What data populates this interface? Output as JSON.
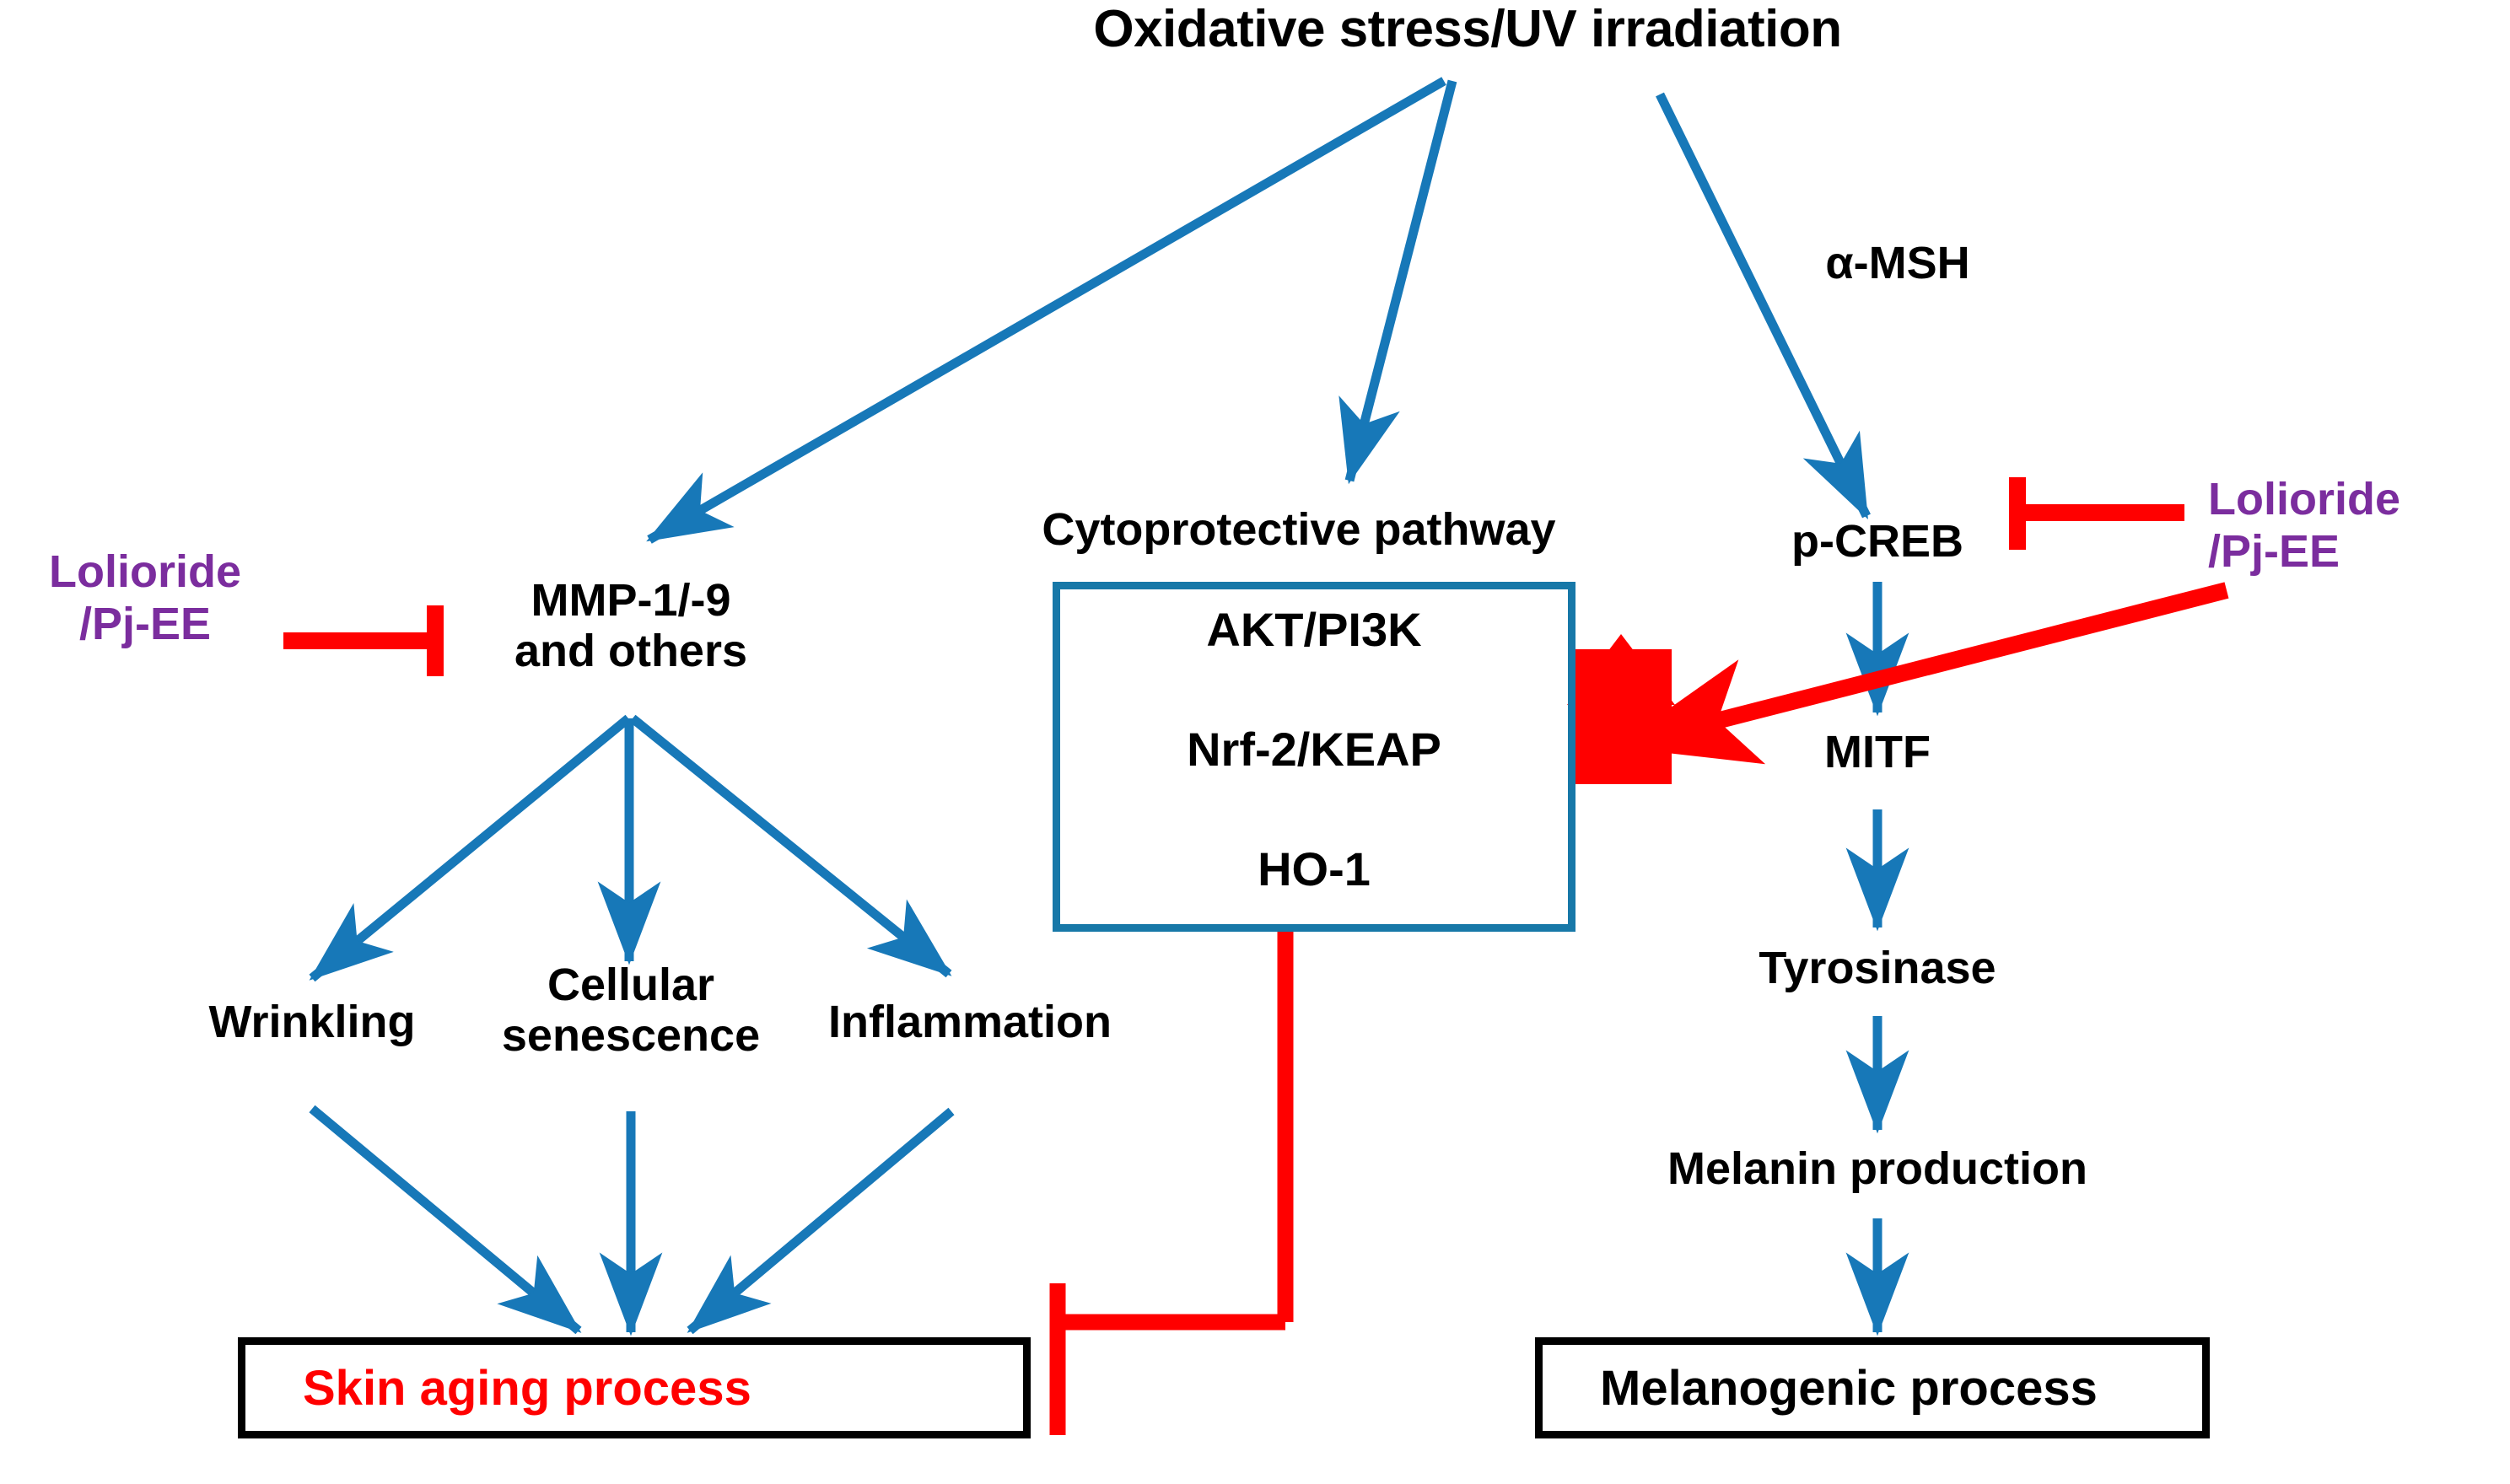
{
  "diagram": {
    "title": "Oxidative stress/UV irradiation",
    "colors": {
      "arrow_blue": "#1778B8",
      "inhibitor_red": "#FF0000",
      "drug_purple": "#7B2D9E",
      "box_black": "#000000",
      "cyto_border": "#1778A8",
      "background": "#FFFFFF"
    },
    "nodes": {
      "stimulus": "Oxidative stress/UV irradiation",
      "msh_label": "α-MSH",
      "mmp": "MMP-1/-9\nand others",
      "cytoprotective_title": "Cytoprotective pathway",
      "cyto_items": [
        "AKT/PI3K",
        "Nrf-2/KEAP",
        "HO-1"
      ],
      "p_creb": "p-CREB",
      "mitf": "MITF",
      "tyrosinase": "Tyrosinase",
      "melanin": "Melanin production",
      "wrinkling": "Wrinkling",
      "senescence": "Cellular\nsenescence",
      "inflammation": "Inflammation",
      "skin_aging": "Skin aging process",
      "melanogenic": "Melanogenic process"
    },
    "drugs": {
      "left": "Lolioride\n/Pj-EE",
      "right": "Lolioride\n/Pj-EE"
    },
    "edges": [
      {
        "from": "stimulus",
        "to": "mmp",
        "kind": "activation",
        "color": "blue"
      },
      {
        "from": "stimulus",
        "to": "cytoprotective",
        "kind": "activation",
        "color": "blue"
      },
      {
        "from": "stimulus",
        "to": "p-CREB",
        "kind": "activation",
        "color": "blue",
        "label": "α-MSH"
      },
      {
        "from": "mmp",
        "to": "wrinkling",
        "kind": "activation",
        "color": "blue"
      },
      {
        "from": "mmp",
        "to": "senescence",
        "kind": "activation",
        "color": "blue"
      },
      {
        "from": "mmp",
        "to": "inflammation",
        "kind": "activation",
        "color": "blue"
      },
      {
        "from": "wrinkling",
        "to": "skin_aging",
        "kind": "activation",
        "color": "blue"
      },
      {
        "from": "senescence",
        "to": "skin_aging",
        "kind": "activation",
        "color": "blue"
      },
      {
        "from": "inflammation",
        "to": "skin_aging",
        "kind": "activation",
        "color": "blue"
      },
      {
        "from": "p-CREB",
        "to": "mitf",
        "kind": "activation",
        "color": "blue"
      },
      {
        "from": "mitf",
        "to": "tyrosinase",
        "kind": "activation",
        "color": "blue"
      },
      {
        "from": "tyrosinase",
        "to": "melanin",
        "kind": "activation",
        "color": "blue"
      },
      {
        "from": "melanin",
        "to": "melanogenic",
        "kind": "activation",
        "color": "blue"
      },
      {
        "from": "lolioride_left",
        "to": "mmp",
        "kind": "inhibition",
        "color": "red"
      },
      {
        "from": "lolioride_right",
        "to": "p-CREB",
        "kind": "inhibition",
        "color": "red"
      },
      {
        "from": "lolioride_right",
        "to": "cytoprotective",
        "kind": "activation",
        "color": "red"
      },
      {
        "from": "cytoprotective",
        "to": "skin_aging",
        "kind": "inhibition",
        "color": "red"
      },
      {
        "from": "upregulation",
        "to": "cytoprotective",
        "kind": "upregulation",
        "color": "red"
      }
    ]
  }
}
